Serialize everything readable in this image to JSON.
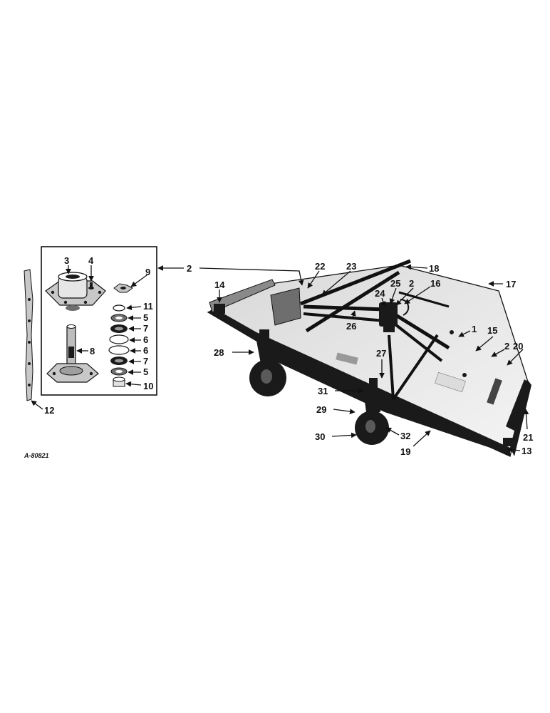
{
  "figure": {
    "reference_code": "A-80821",
    "callouts": {
      "c1": "1",
      "c2a": "2",
      "c2b": "2",
      "c2c": "2",
      "c3": "3",
      "c4": "4",
      "c5a": "5",
      "c5b": "5",
      "c6a": "6",
      "c6b": "6",
      "c7a": "7",
      "c7b": "7",
      "c8": "8",
      "c9": "9",
      "c10": "10",
      "c11": "11",
      "c12": "12",
      "c13": "13",
      "c14": "14",
      "c15": "15",
      "c16": "16",
      "c17": "17",
      "c18": "18",
      "c19": "19",
      "c20": "20",
      "c21": "21",
      "c22": "22",
      "c23": "23",
      "c24": "24",
      "c25": "25",
      "c26": "26",
      "c27": "27",
      "c28": "28",
      "c29": "29",
      "c30": "30",
      "c31": "31",
      "c32": "32"
    }
  }
}
